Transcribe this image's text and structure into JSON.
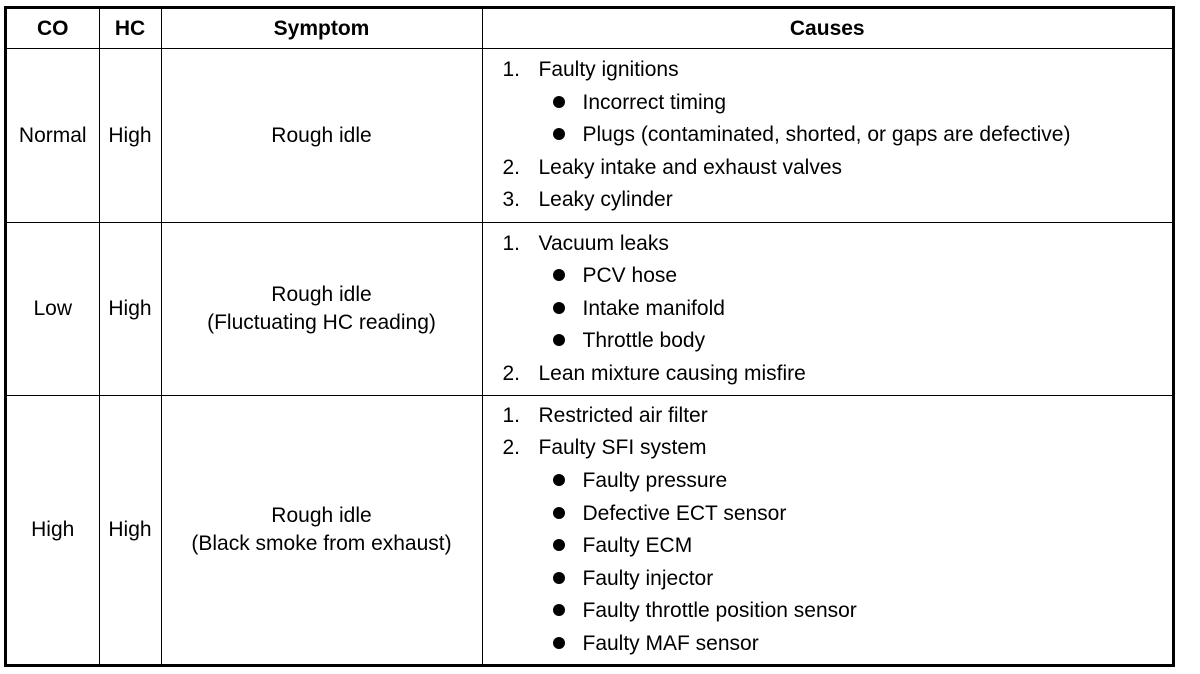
{
  "headers": {
    "co": "CO",
    "hc": "HC",
    "symptom": "Symptom",
    "causes": "Causes"
  },
  "rows": [
    {
      "co": "Normal",
      "hc": "High",
      "symptom": [
        "Rough idle"
      ],
      "causes": [
        {
          "num": "1.",
          "text": "Faulty ignitions",
          "sub": [
            "Incorrect timing",
            "Plugs (contaminated, shorted, or gaps are defective)"
          ]
        },
        {
          "num": "2.",
          "text": "Leaky intake and exhaust valves",
          "sub": []
        },
        {
          "num": "3.",
          "text": "Leaky cylinder",
          "sub": []
        }
      ]
    },
    {
      "co": "Low",
      "hc": "High",
      "symptom": [
        "Rough idle",
        "(Fluctuating HC reading)"
      ],
      "causes": [
        {
          "num": "1.",
          "text": "Vacuum leaks",
          "sub": [
            "PCV hose",
            "Intake manifold",
            "Throttle body"
          ]
        },
        {
          "num": "2.",
          "text": "Lean mixture causing misfire",
          "sub": []
        }
      ]
    },
    {
      "co": "High",
      "hc": "High",
      "symptom": [
        "Rough idle",
        "(Black smoke from exhaust)"
      ],
      "causes": [
        {
          "num": "1.",
          "text": "Restricted air filter",
          "sub": []
        },
        {
          "num": "2.",
          "text": "Faulty SFI system",
          "sub": [
            "Faulty pressure",
            "Defective ECT sensor",
            "Faulty ECM",
            "Faulty injector",
            "Faulty throttle position sensor",
            "Faulty MAF sensor"
          ]
        }
      ]
    }
  ]
}
